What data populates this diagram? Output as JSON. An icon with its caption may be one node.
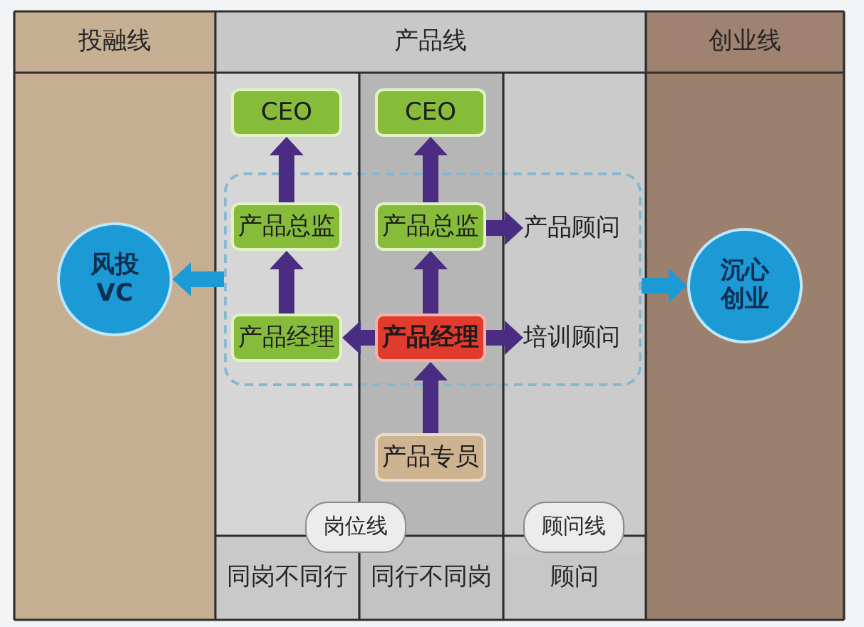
{
  "diagram": {
    "nodes": [
      {
        "text": [
          "投融线"
        ]
      },
      {
        "text": [
          "产品线"
        ]
      },
      {
        "text": [
          "创业线"
        ]
      },
      {
        "text": [
          "风投VC"
        ],
        "in": 0
      },
      {
        "text": [
          "CEO"
        ],
        "in": 1
      },
      {
        "text": [
          "CEO"
        ],
        "in": 1
      },
      {
        "text": [],
        "shape": "box",
        "in": 1
      },
      {
        "text": [
          "产品总监"
        ],
        "in": 6
      },
      {
        "text": [
          "产品总监"
        ],
        "in": 6
      },
      {
        "text": [
          "产品顾问"
        ],
        "in": 6
      },
      {
        "text": [
          "产品经理"
        ],
        "in": 6
      },
      {
        "text": [
          "产品经理"
        ],
        "in": 6
      },
      {
        "text": [
          "培训顾问"
        ],
        "in": 6
      },
      {
        "text": [
          "沉心创业"
        ],
        "in": 2
      },
      {
        "text": [
          "产品专员"
        ],
        "in": 1
      },
      {
        "text": [
          "岗位线"
        ],
        "in": 1
      },
      {
        "text": [
          "顾问线"
        ],
        "in": 1
      },
      {
        "text": [
          "同岗不同行"
        ],
        "in": 1
      },
      {
        "text": [
          "同行不同岗"
        ],
        "in": 1
      },
      {
        "text": [
          "顾问"
        ],
        "in": 1
      }
    ],
    "edges": [
      {
        "from": 7,
        "to": 4,
        "arrow": "to"
      },
      {
        "from": 8,
        "to": 5,
        "arrow": "to"
      },
      {
        "from": 10,
        "to": 7,
        "arrow": "to"
      },
      {
        "from": 11,
        "to": 8,
        "arrow": "to"
      },
      {
        "from": 8,
        "to": 9,
        "arrow": "to"
      },
      {
        "from": 11,
        "to": 10,
        "arrow": "to"
      },
      {
        "from": 11,
        "to": 12,
        "arrow": "to"
      },
      {
        "from": 14,
        "to": 11,
        "arrow": "to"
      },
      {
        "from": 6,
        "to": 3,
        "arrow": "to",
        "color": "#1b9ad6"
      },
      {
        "from": 6,
        "to": 13,
        "arrow": "to",
        "color": "#1b9ad6"
      }
    ]
  }
}
